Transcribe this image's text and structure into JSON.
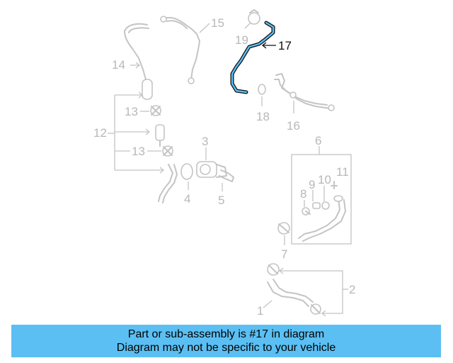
{
  "colors": {
    "highlight": "#5bbff3",
    "part_gray": "#c4c4c4",
    "label_gray": "#b8b8b8"
  },
  "callouts": {
    "c1": "1",
    "c2": "2",
    "c3": "3",
    "c4": "4",
    "c5": "5",
    "c6": "6",
    "c7": "7",
    "c8": "8",
    "c9": "9",
    "c10": "10",
    "c11": "11",
    "c12": "12",
    "c13a": "13",
    "c13b": "13",
    "c14": "14",
    "c15": "15",
    "c16": "16",
    "c17": "17",
    "c18": "18",
    "c19": "19"
  },
  "banner": {
    "line1": "Part or sub-assembly is #17 in diagram",
    "line2": "Diagram may not be specific to your vehicle"
  }
}
